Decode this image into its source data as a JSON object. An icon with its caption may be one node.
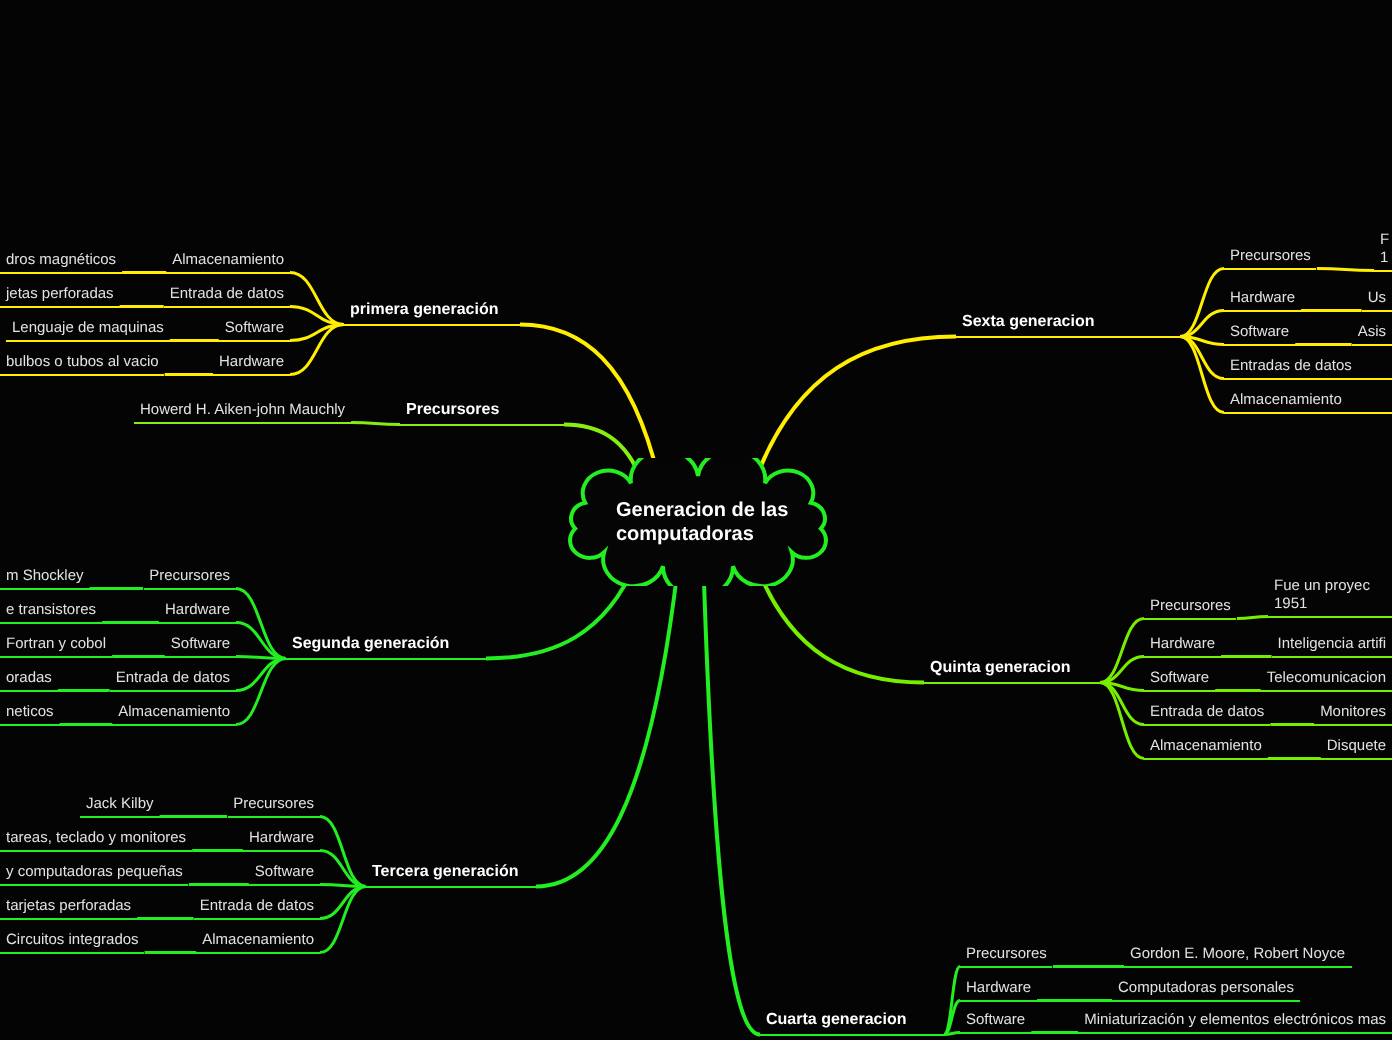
{
  "diagram": {
    "nodes": [
      {
        "text": [
          "Generacion de las computadoras"
        ]
      },
      {
        "text": [
          "primera generación"
        ]
      },
      {
        "text": [
          "Almacenamiento"
        ]
      },
      {
        "text": [
          "dros magnéticos"
        ]
      },
      {
        "text": [
          "Entrada de datos"
        ]
      },
      {
        "text": [
          "jetas perforadas"
        ]
      },
      {
        "text": [
          "Software"
        ]
      },
      {
        "text": [
          "Lenguaje de maquinas"
        ]
      },
      {
        "text": [
          "Hardware"
        ]
      },
      {
        "text": [
          "bulbos o tubos al vacio"
        ]
      },
      {
        "text": [
          "Precursores"
        ]
      },
      {
        "text": [
          "Howerd H. Aiken-john Mauchly"
        ]
      },
      {
        "text": [
          "Segunda generación"
        ]
      },
      {
        "text": [
          "Precursores"
        ]
      },
      {
        "text": [
          "m Shockley"
        ]
      },
      {
        "text": [
          "Hardware"
        ]
      },
      {
        "text": [
          "e transistores"
        ]
      },
      {
        "text": [
          "Software"
        ]
      },
      {
        "text": [
          "Fortran y cobol"
        ]
      },
      {
        "text": [
          "Entrada de datos"
        ]
      },
      {
        "text": [
          "oradas"
        ]
      },
      {
        "text": [
          "Almacenamiento"
        ]
      },
      {
        "text": [
          "neticos"
        ]
      },
      {
        "text": [
          "Tercera generación"
        ]
      },
      {
        "text": [
          "Precursores"
        ]
      },
      {
        "text": [
          "Jack Kilby"
        ]
      },
      {
        "text": [
          "Hardware"
        ]
      },
      {
        "text": [
          "tareas, teclado y monitores"
        ]
      },
      {
        "text": [
          "Software"
        ]
      },
      {
        "text": [
          "y computadoras pequeñas"
        ]
      },
      {
        "text": [
          "Entrada de datos"
        ]
      },
      {
        "text": [
          "tarjetas perforadas"
        ]
      },
      {
        "text": [
          "Almacenamiento"
        ]
      },
      {
        "text": [
          "Circuitos integrados"
        ]
      },
      {
        "text": [
          "Cuarta generacion"
        ]
      },
      {
        "text": [
          "Precursores"
        ]
      },
      {
        "text": [
          "Gordon E. Moore, Robert Noyce"
        ]
      },
      {
        "text": [
          "Hardware"
        ]
      },
      {
        "text": [
          "Computadoras personales"
        ]
      },
      {
        "text": [
          "Software"
        ]
      },
      {
        "text": [
          "Miniaturización y elementos electrónicos mas"
        ]
      },
      {
        "text": [
          "Quinta generacion"
        ]
      },
      {
        "text": [
          "Precursores"
        ]
      },
      {
        "text": [
          "Fue un proyec 1951"
        ]
      },
      {
        "text": [
          "Hardware"
        ]
      },
      {
        "text": [
          "Inteligencia artifi"
        ]
      },
      {
        "text": [
          "Software"
        ]
      },
      {
        "text": [
          "Telecomunicacion"
        ]
      },
      {
        "text": [
          "Entrada de datos"
        ]
      },
      {
        "text": [
          "Monitores"
        ]
      },
      {
        "text": [
          "Almacenamiento"
        ]
      },
      {
        "text": [
          "Disquete"
        ]
      },
      {
        "text": [
          "Sexta generacion"
        ]
      },
      {
        "text": [
          "Precursores"
        ]
      },
      {
        "text": [
          "F 1"
        ]
      },
      {
        "text": [
          "Hardware"
        ]
      },
      {
        "text": [
          "Us"
        ]
      },
      {
        "text": [
          "Software"
        ]
      },
      {
        "text": [
          "Asis"
        ]
      },
      {
        "text": [
          "Entradas de datos"
        ]
      },
      {
        "text": [
          "Almacenamiento"
        ]
      }
    ],
    "edges": [
      {
        "from": 0,
        "to": 1,
        "arrow": "none",
        "color": "#ffee00"
      },
      {
        "from": 1,
        "to": 2,
        "arrow": "none",
        "color": "#ffee00"
      },
      {
        "from": 2,
        "to": 3,
        "arrow": "none",
        "color": "#ffee00"
      },
      {
        "from": 1,
        "to": 4,
        "arrow": "none",
        "color": "#ffee00"
      },
      {
        "from": 4,
        "to": 5,
        "arrow": "none",
        "color": "#ffee00"
      },
      {
        "from": 1,
        "to": 6,
        "arrow": "none",
        "color": "#ffee00"
      },
      {
        "from": 6,
        "to": 7,
        "arrow": "none",
        "color": "#ffee00"
      },
      {
        "from": 1,
        "to": 8,
        "arrow": "none",
        "color": "#ffee00"
      },
      {
        "from": 8,
        "to": 9,
        "arrow": "none",
        "color": "#ffee00"
      },
      {
        "from": 0,
        "to": 10,
        "arrow": "none",
        "color": "#88ee11"
      },
      {
        "from": 10,
        "to": 11,
        "arrow": "none",
        "color": "#88ee11"
      },
      {
        "from": 0,
        "to": 12,
        "arrow": "none"
      },
      {
        "from": 12,
        "to": 13,
        "arrow": "none"
      },
      {
        "from": 13,
        "to": 14,
        "arrow": "none"
      },
      {
        "from": 12,
        "to": 15,
        "arrow": "none"
      },
      {
        "from": 15,
        "to": 16,
        "arrow": "none"
      },
      {
        "from": 12,
        "to": 17,
        "arrow": "none"
      },
      {
        "from": 17,
        "to": 18,
        "arrow": "none"
      },
      {
        "from": 12,
        "to": 19,
        "arrow": "none"
      },
      {
        "from": 19,
        "to": 20,
        "arrow": "none"
      },
      {
        "from": 12,
        "to": 21,
        "arrow": "none"
      },
      {
        "from": 21,
        "to": 22,
        "arrow": "none"
      },
      {
        "from": 0,
        "to": 23,
        "arrow": "none"
      },
      {
        "from": 23,
        "to": 24,
        "arrow": "none"
      },
      {
        "from": 24,
        "to": 25,
        "arrow": "none"
      },
      {
        "from": 23,
        "to": 26,
        "arrow": "none"
      },
      {
        "from": 26,
        "to": 27,
        "arrow": "none"
      },
      {
        "from": 23,
        "to": 28,
        "arrow": "none"
      },
      {
        "from": 28,
        "to": 29,
        "arrow": "none"
      },
      {
        "from": 23,
        "to": 30,
        "arrow": "none"
      },
      {
        "from": 30,
        "to": 31,
        "arrow": "none"
      },
      {
        "from": 23,
        "to": 32,
        "arrow": "none"
      },
      {
        "from": 32,
        "to": 33,
        "arrow": "none"
      },
      {
        "from": 0,
        "to": 34,
        "arrow": "none"
      },
      {
        "from": 34,
        "to": 35,
        "arrow": "none"
      },
      {
        "from": 35,
        "to": 36,
        "arrow": "none"
      },
      {
        "from": 34,
        "to": 37,
        "arrow": "none"
      },
      {
        "from": 37,
        "to": 38,
        "arrow": "none"
      },
      {
        "from": 34,
        "to": 39,
        "arrow": "none"
      },
      {
        "from": 39,
        "to": 40,
        "arrow": "none"
      },
      {
        "from": 0,
        "to": 41,
        "arrow": "none",
        "color": "#77ee00"
      },
      {
        "from": 41,
        "to": 42,
        "arrow": "none",
        "color": "#77ee00"
      },
      {
        "from": 42,
        "to": 43,
        "arrow": "none",
        "color": "#77ee00"
      },
      {
        "from": 41,
        "to": 44,
        "arrow": "none",
        "color": "#77ee00"
      },
      {
        "from": 44,
        "to": 45,
        "arrow": "none",
        "color": "#77ee00"
      },
      {
        "from": 41,
        "to": 46,
        "arrow": "none",
        "color": "#77ee00"
      },
      {
        "from": 46,
        "to": 47,
        "arrow": "none",
        "color": "#77ee00"
      },
      {
        "from": 41,
        "to": 48,
        "arrow": "none",
        "color": "#77ee00"
      },
      {
        "from": 48,
        "to": 49,
        "arrow": "none",
        "color": "#77ee00"
      },
      {
        "from": 41,
        "to": 50,
        "arrow": "none",
        "color": "#77ee00"
      },
      {
        "from": 50,
        "to": 51,
        "arrow": "none",
        "color": "#77ee00"
      },
      {
        "from": 0,
        "to": 52,
        "arrow": "none",
        "color": "#ffee00"
      },
      {
        "from": 52,
        "to": 53,
        "arrow": "none",
        "color": "#ffee00"
      },
      {
        "from": 53,
        "to": 54,
        "arrow": "none",
        "color": "#ffee00"
      },
      {
        "from": 52,
        "to": 55,
        "arrow": "none",
        "color": "#ffee00"
      },
      {
        "from": 55,
        "to": 56,
        "arrow": "none",
        "color": "#ffee00"
      },
      {
        "from": 52,
        "to": 57,
        "arrow": "none",
        "color": "#ffee00"
      },
      {
        "from": 57,
        "to": 58,
        "arrow": "none",
        "color": "#ffee00"
      },
      {
        "from": 52,
        "to": 59,
        "arrow": "none",
        "color": "#ffee00"
      },
      {
        "from": 52,
        "to": 60,
        "arrow": "none",
        "color": "#ffee00"
      }
    ]
  }
}
